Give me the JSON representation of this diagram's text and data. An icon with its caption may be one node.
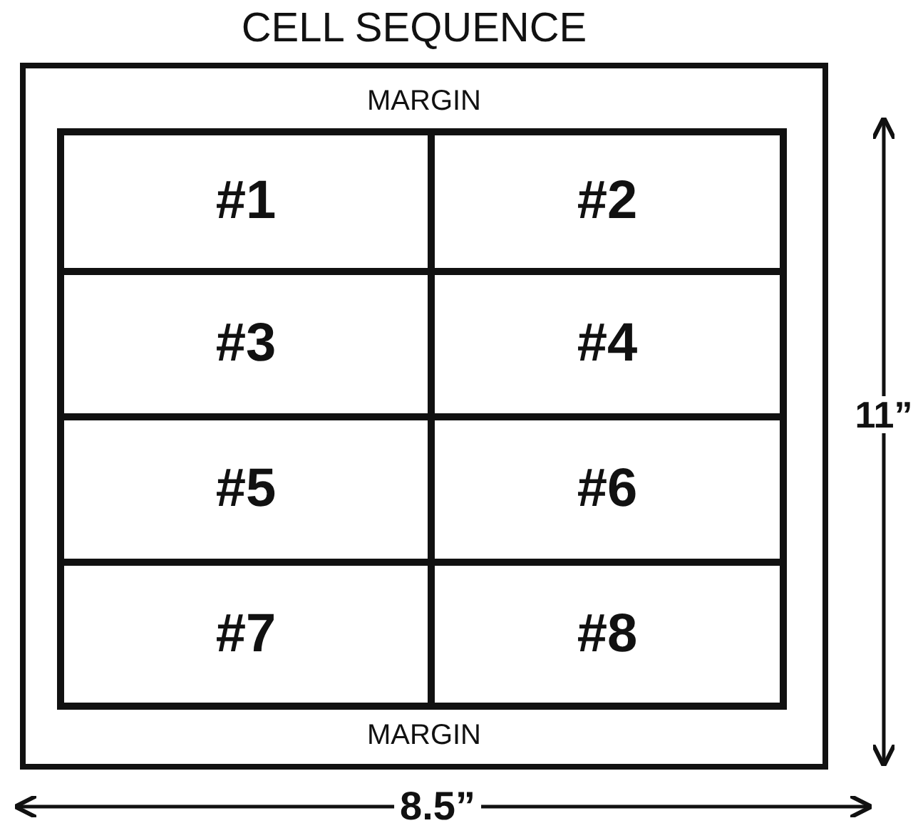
{
  "diagram": {
    "title": "CELL SEQUENCE",
    "nodes": [
      {
        "text": [
          "MARGIN",
          "MARGIN"
        ]
      },
      {
        "text": [
          "#1"
        ],
        "in": 0
      },
      {
        "text": [
          "#2"
        ],
        "in": 0
      },
      {
        "text": [
          "#3"
        ],
        "in": 0
      },
      {
        "text": [
          "#4"
        ],
        "in": 0
      },
      {
        "text": [
          "#5"
        ],
        "in": 0
      },
      {
        "text": [
          "#6"
        ],
        "in": 0
      },
      {
        "text": [
          "#7"
        ],
        "in": 0
      },
      {
        "text": [
          "#8"
        ],
        "in": 0
      }
    ],
    "edges": [],
    "labels": [
      "11”",
      "8.5”"
    ]
  }
}
